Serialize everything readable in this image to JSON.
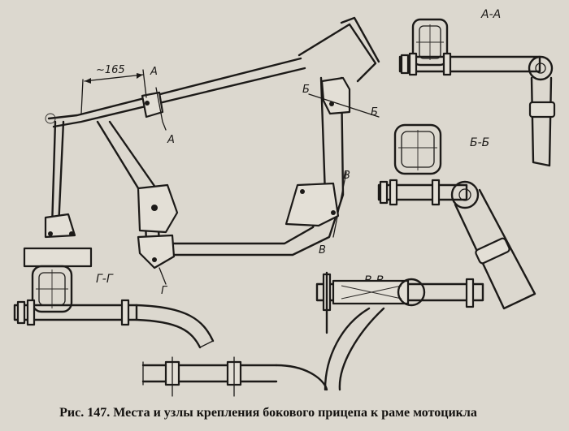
{
  "figure": {
    "dimension_label": "~165",
    "markers": {
      "a_top": "A",
      "a_bottom": "A",
      "b_left": "Б",
      "b_right": "Б",
      "v_top": "В",
      "v_bottom": "В",
      "g_bottom": "Г"
    },
    "sections": {
      "aa": "А-А",
      "bb": "Б-Б",
      "vv": "В-В",
      "gg": "Г-Г"
    }
  },
  "caption": "Рис. 147. Места и узлы крепления бокового прицепа к раме мотоцикла"
}
